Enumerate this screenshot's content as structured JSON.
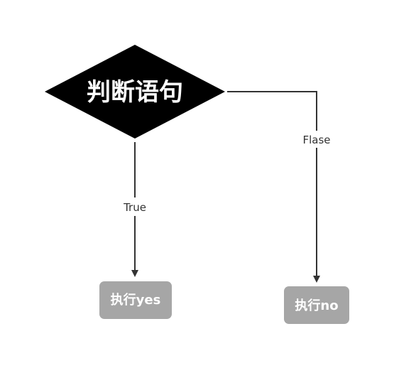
{
  "decision": {
    "label": "判断语句",
    "fill": "#000000",
    "text_color": "#ffffff"
  },
  "edges": {
    "true_label": "True",
    "false_label": "Flase",
    "line_color": "#333333"
  },
  "outcomes": {
    "yes_label": "执行yes",
    "no_label": "执行no",
    "box_fill": "#a6a6a6",
    "text_color": "#ffffff"
  }
}
